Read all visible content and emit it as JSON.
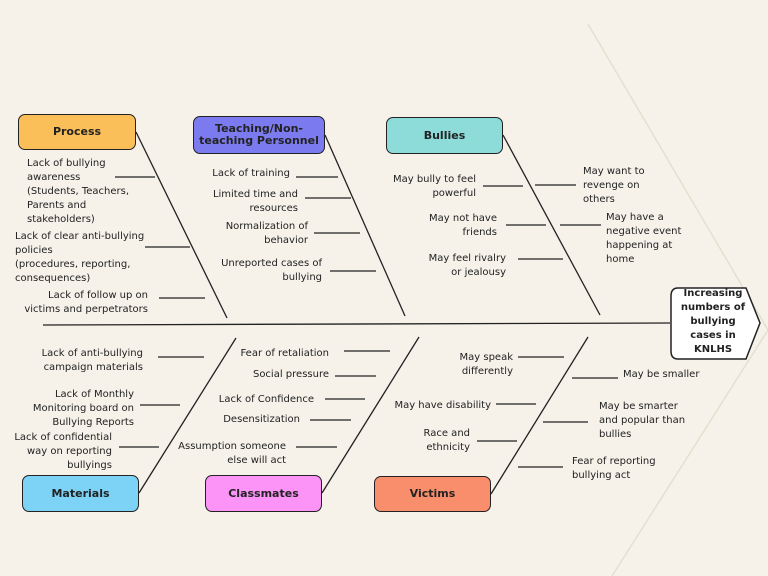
{
  "head": {
    "label": "Increasing numbers of bullying cases in KNLHS"
  },
  "categories": {
    "process": {
      "label": "Process",
      "color": "#fbbf5a"
    },
    "teaching": {
      "label": "Teaching/Non-\nteaching Personnel",
      "color": "#7b7bef"
    },
    "bullies": {
      "label": "Bullies",
      "color": "#8ddcda"
    },
    "materials": {
      "label": "Materials",
      "color": "#7dd3f6"
    },
    "classmates": {
      "label": "Classmates",
      "color": "#fb94f6"
    },
    "victims": {
      "label": "Victims",
      "color": "#f98e6c"
    }
  },
  "causes": {
    "process": [
      "Lack of bullying\nawareness\n(Students, Teachers,\nParents and\nstakeholders)",
      "Lack of clear anti-bullying\npolicies\n(procedures, reporting,\nconsequences)",
      "Lack of follow up on\nvictims and perpetrators"
    ],
    "teaching": [
      "Lack of training",
      "Limited time and\nresources",
      "Normalization of\nbehavior",
      "Unreported cases of\nbullying"
    ],
    "bullies_left": [
      "May bully to feel\npowerful",
      "May not have\nfriends",
      "May feel rivalry\nor jealousy"
    ],
    "bullies_right": [
      "May want to\nrevenge on\nothers",
      "May have a\nnegative event\nhappening at\nhome"
    ],
    "materials": [
      "Lack of anti-bullying\ncampaign materials",
      "Lack of Monthly\nMonitoring board on\nBullying Reports",
      "Lack of confidential\nway on reporting\nbullyings"
    ],
    "classmates": [
      "Fear of retaliation",
      "Social pressure",
      "Lack of Confidence",
      "Desensitization",
      "Assumption someone\nelse will act"
    ],
    "victims_left": [
      "May speak\ndifferently",
      "May have disability",
      "Race and\nethnicity"
    ],
    "victims_right": [
      "May be smaller",
      "May be smarter\nand popular than\nbullies",
      "Fear of reporting\nbullying act"
    ]
  }
}
